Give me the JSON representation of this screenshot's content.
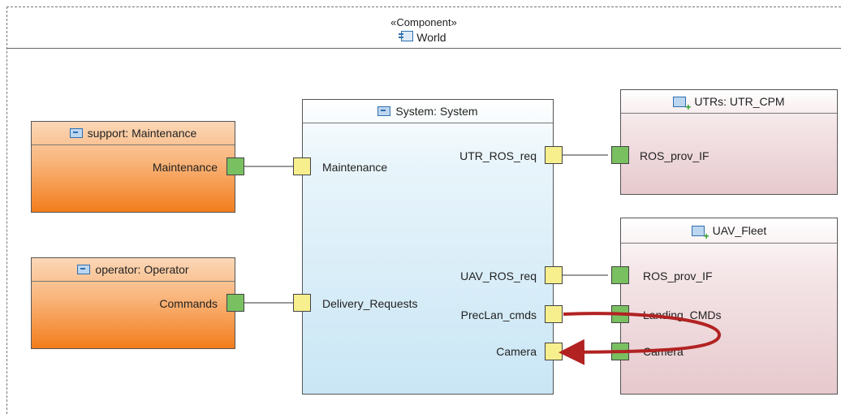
{
  "frame": {
    "stereotype": "«Component»",
    "title": "World"
  },
  "parts": {
    "support": {
      "title": "support: Maintenance",
      "port_label": "Maintenance"
    },
    "operator": {
      "title": "operator: Operator",
      "port_label": "Commands"
    },
    "system": {
      "title": "System: System",
      "left_ports": [
        "Maintenance",
        "Delivery_Requests"
      ],
      "right_ports": [
        "UTR_ROS_req",
        "UAV_ROS_req",
        "PrecLan_cmds",
        "Camera"
      ]
    },
    "utrs": {
      "title": "UTRs: UTR_CPM",
      "port_label": "ROS_prov_IF"
    },
    "uav": {
      "title": "UAV_Fleet",
      "port_labels": [
        "ROS_prov_IF",
        "Landing_CMDs",
        "Camera"
      ]
    }
  },
  "colors": {
    "arrow": "#b22222",
    "port_provided": "#79c061",
    "port_required": "#f7ef8e"
  }
}
